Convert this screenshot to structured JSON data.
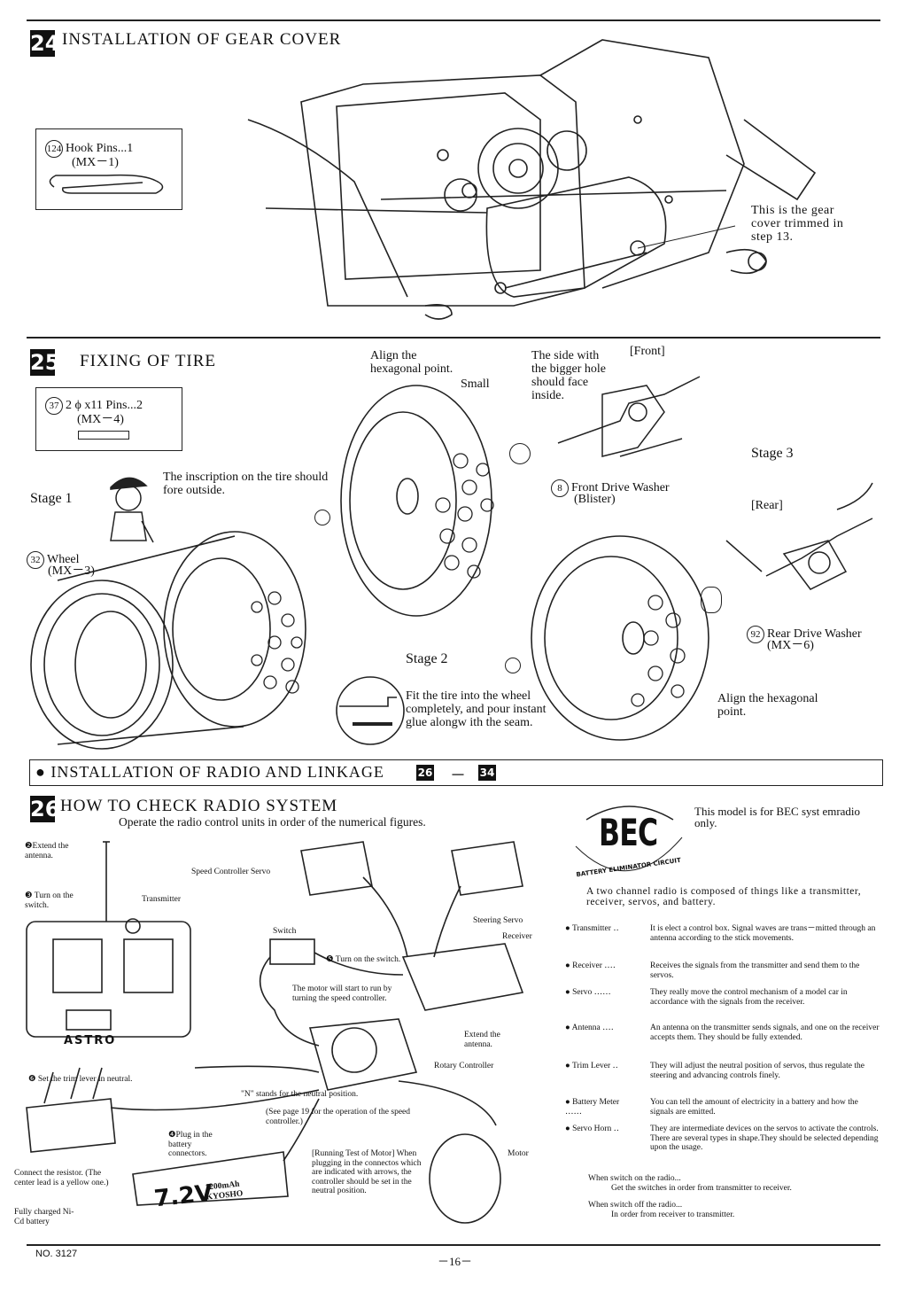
{
  "step24": {
    "number": "24",
    "title": "INSTALLATION OF GEAR COVER",
    "part_no": "124",
    "part_name": "Hook Pins...1",
    "part_code": "(MX－1)",
    "note": "This is the gear cover trimmed in step 13."
  },
  "step25": {
    "number": "25",
    "title": "FIXING OF TIRE",
    "part_no": "37",
    "part_name": "2 ϕ x11 Pins...2",
    "part_code": "(MX－4)",
    "stage1": "Stage 1",
    "stage2": "Stage 2",
    "stage3": "Stage 3",
    "inscription_note": "The inscription on the tire should fore outside.",
    "wheel_no": "32",
    "wheel_name": "Wheel",
    "wheel_code": "(MX－3)",
    "align_note": "Align the hexagonal point.",
    "small_label": "Small",
    "side_note": "The side with the bigger hole should face inside.",
    "front_label": "[Front]",
    "rear_label": "[Rear]",
    "front_washer_no": "8",
    "front_washer_name": "Front Drive Washer",
    "front_washer_code": "(Blister)",
    "rear_washer_no": "92",
    "rear_washer_name": "Rear Drive Washer",
    "rear_washer_code": "(MX－6)",
    "glue_note": "Fit the tire into the wheel completely, and pour instant glue alongw ith the seam.",
    "align_note2": "Align the hexagonal point."
  },
  "section": {
    "title": "● INSTALLATION OF RADIO AND LINKAGE",
    "from": "26",
    "dash": "－",
    "to": "34"
  },
  "step26": {
    "number": "26",
    "title": "HOW TO CHECK RADIO SYSTEM",
    "subtitle": "Operate the radio control units in order of the numerical figures.",
    "bec_logo": "BEC",
    "bec_arc": "BATTERY ELIMINATOR CIRCUIT",
    "bec_note": "This model is for BEC syst emradio only.",
    "intro": "A two channel radio is composed of things like a transmitter, receiver, servos, and battery.",
    "labels": {
      "extend_antenna": "❷Extend the antenna.",
      "turn_on": "❸ Turn on the switch.",
      "transmitter": "Transmitter",
      "speed_servo": "Speed Controller Servo",
      "steering_servo": "Steering Servo",
      "switch": "Switch",
      "receiver": "Receiver",
      "turn_on_switch": "❺ Turn on the switch.",
      "motor_start": "The motor will start to run by turning the speed controller.",
      "extend_antenna2": "Extend the antenna.",
      "rotary": "Rotary Controller",
      "trim": "❻ Set the trim lever in neutral.",
      "n_stands": "\"N\" stands for the neutral position.",
      "see_page": "(See page 19 for the operation of the speed controller.)",
      "plug": "❹Plug in the battery connectors.",
      "resistor": "Connect the resistor. (The center lead is a yellow one.)",
      "battery": "Fully charged Ni-Cd battery",
      "battery_label": "7.2V",
      "battery_sub": "1200mAh KYOSHO",
      "running": "[Running Test of Motor] When plugging in the connectos which are indicated with arrows, the controller should be set in the neutral position.",
      "motor": "Motor",
      "astro": "ASTRO"
    },
    "glossary": [
      {
        "term": "Transmitter",
        "dots": "‥",
        "desc": "It is elect a control box. Signal waves are trans－mitted through an antenna according to the stick movements."
      },
      {
        "term": "Receiver",
        "dots": "‥‥",
        "desc": "Receives the signals from the transmitter and send them to the servos."
      },
      {
        "term": "Servo",
        "dots": "‥‥‥",
        "desc": "They really move the control mechanism of a model car in accordance with the signals from the receiver."
      },
      {
        "term": "Antenna",
        "dots": "‥‥",
        "desc": "An antenna on the transmitter sends signals, and one on the receiver accepts them. They should be fully extended."
      },
      {
        "term": "Trim Lever",
        "dots": "‥",
        "desc": "They will adjust the neutral position of servos, thus regulate the steering and advancing controls finely."
      },
      {
        "term": "Battery Meter",
        "dots": "‥‥‥",
        "desc": "You can tell the amount of electricity in a battery and how the signals are emitted."
      },
      {
        "term": "Servo Horn",
        "dots": "‥",
        "desc": "They are intermediate devices on the servos to activate the controls. There are several types in shape.They should be selected depending upon the usage."
      }
    ],
    "when_on": "When switch on the radio...",
    "when_on_desc": "Get the switches in order from transmitter to receiver.",
    "when_off": "When switch off the radio...",
    "when_off_desc": "In order from receiver to transmitter."
  },
  "footer": {
    "doc_no": "NO. 3127",
    "page": "－16－"
  }
}
